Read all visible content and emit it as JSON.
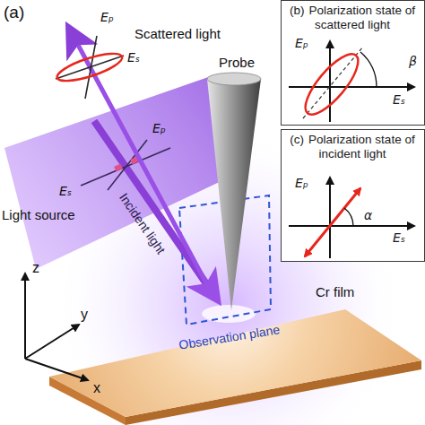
{
  "diagram": {
    "nodes": [
      {
        "text": [
          "(b)",
          "Polarization state of scattered light",
          "Eₚ",
          "Eₛ",
          "β"
        ]
      },
      {
        "text": [
          "(c)",
          "Polarization state of incident light",
          "Eₚ",
          "Eₛ",
          "α"
        ]
      }
    ],
    "labels": [
      "(a)",
      "Scattered light",
      "Eₚ",
      "Eₛ",
      "Probe",
      "Eₚ",
      "Eₛ",
      "Light source",
      "Incident light",
      "z",
      "y",
      "x",
      "Observation plane",
      "Cr film"
    ]
  }
}
